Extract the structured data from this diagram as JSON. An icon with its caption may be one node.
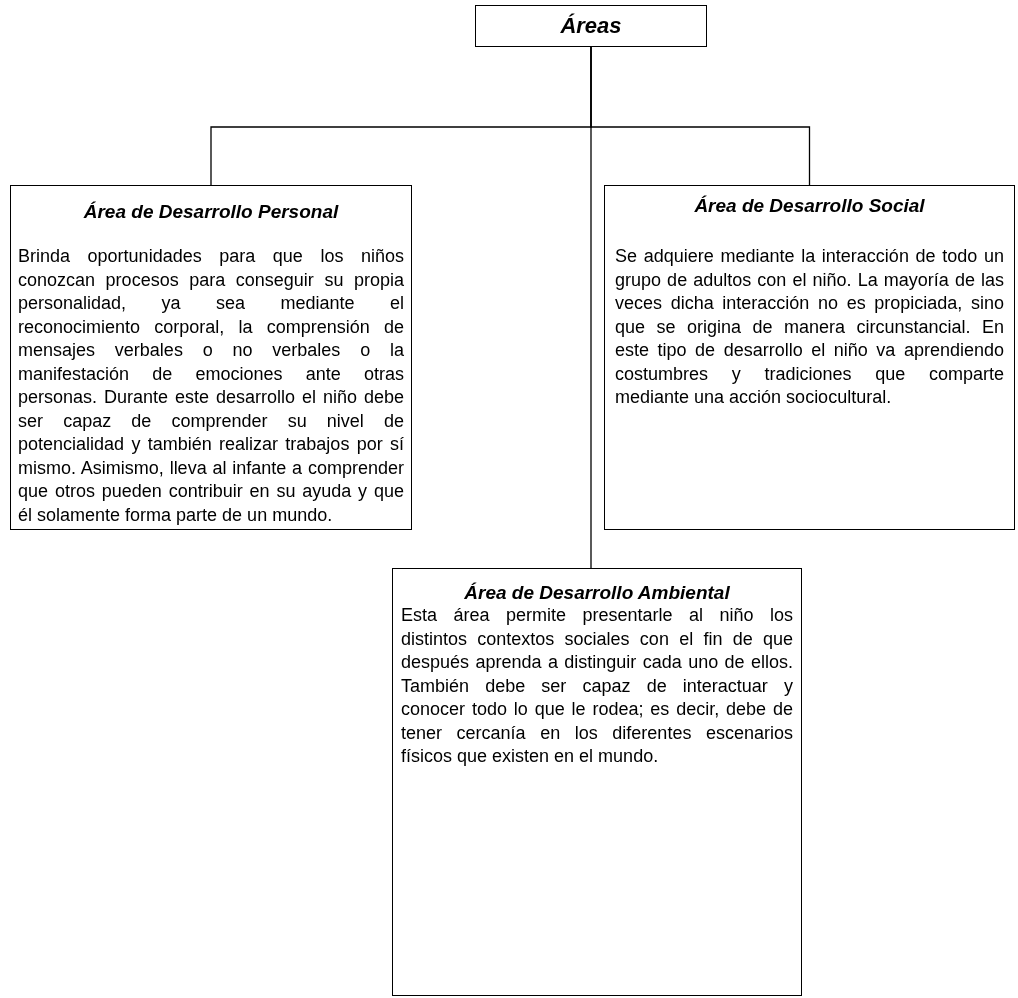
{
  "diagram": {
    "nodes": [
      {
        "text": [
          "Áreas"
        ]
      },
      {
        "text": [
          "Área de Desarrollo Personal",
          "Brinda oportunidades para que los niños conozcan procesos para conseguir su propia personalidad, ya sea mediante el reconocimiento corporal, la comprensión de mensajes verbales o no verbales o la manifestación de emociones ante otras personas. Durante este desarrollo el niño debe ser capaz de comprender su nivel de potencialidad y también realizar trabajos por sí mismo. Asimismo, lleva al infante a comprender que otros pueden contribuir en su ayuda y que él solamente forma parte de un mundo."
        ]
      },
      {
        "text": [
          "Área de Desarrollo Social",
          "Se adquiere mediante la interacción de todo un grupo de adultos con el niño. La mayoría de las veces dicha interacción no es propiciada, sino que se origina de manera circunstancial. En este tipo de desarrollo el niño va aprendiendo costumbres y tradiciones que comparte mediante una acción sociocultural."
        ]
      },
      {
        "text": [
          "Área de Desarrollo Ambiental",
          "Esta área permite presentarle al niño los distintos contextos sociales con el fin de que después aprenda a distinguir cada uno de ellos. También debe ser capaz de interactuar y conocer todo lo que le rodea; es decir, debe de tener cercanía en los diferentes escenarios físicos que existen en el mundo."
        ]
      }
    ],
    "edges": [
      {
        "from": 0,
        "to": 1,
        "arrow": "none"
      },
      {
        "from": 0,
        "to": 2,
        "arrow": "none"
      },
      {
        "from": 0,
        "to": 3,
        "arrow": "none"
      }
    ]
  }
}
